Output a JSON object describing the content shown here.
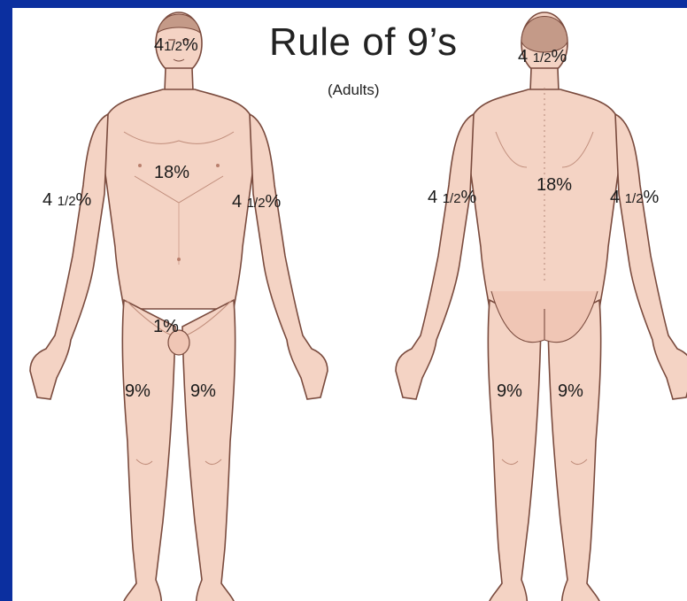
{
  "title": "Rule of 9’s",
  "subtitle": "(Adults)",
  "front": {
    "head": {
      "whole": "4",
      "frac": "1/2",
      "pct": "%"
    },
    "chest": "18%",
    "left_arm": {
      "whole": "4 ",
      "frac": "1/2",
      "pct": "%"
    },
    "right_arm": {
      "whole": "4 ",
      "frac": "1/2",
      "pct": "%"
    },
    "genital": "1%",
    "left_leg": "9%",
    "right_leg": "9%"
  },
  "back": {
    "head": {
      "whole": "4 ",
      "frac": "1/2",
      "pct": "%"
    },
    "back": "18%",
    "left_arm": {
      "whole": "4 ",
      "frac": "1/2",
      "pct": "%"
    },
    "right_arm": {
      "whole": "4 ",
      "frac": "1/2",
      "pct": "%"
    },
    "left_leg": "9%",
    "right_leg": "9%"
  },
  "colors": {
    "frame": "#0b2f9f",
    "skin": "#f4d3c4",
    "skin_shade": "#e8b8a5",
    "outline": "#7a4b3e",
    "hair": "#c49a88"
  }
}
